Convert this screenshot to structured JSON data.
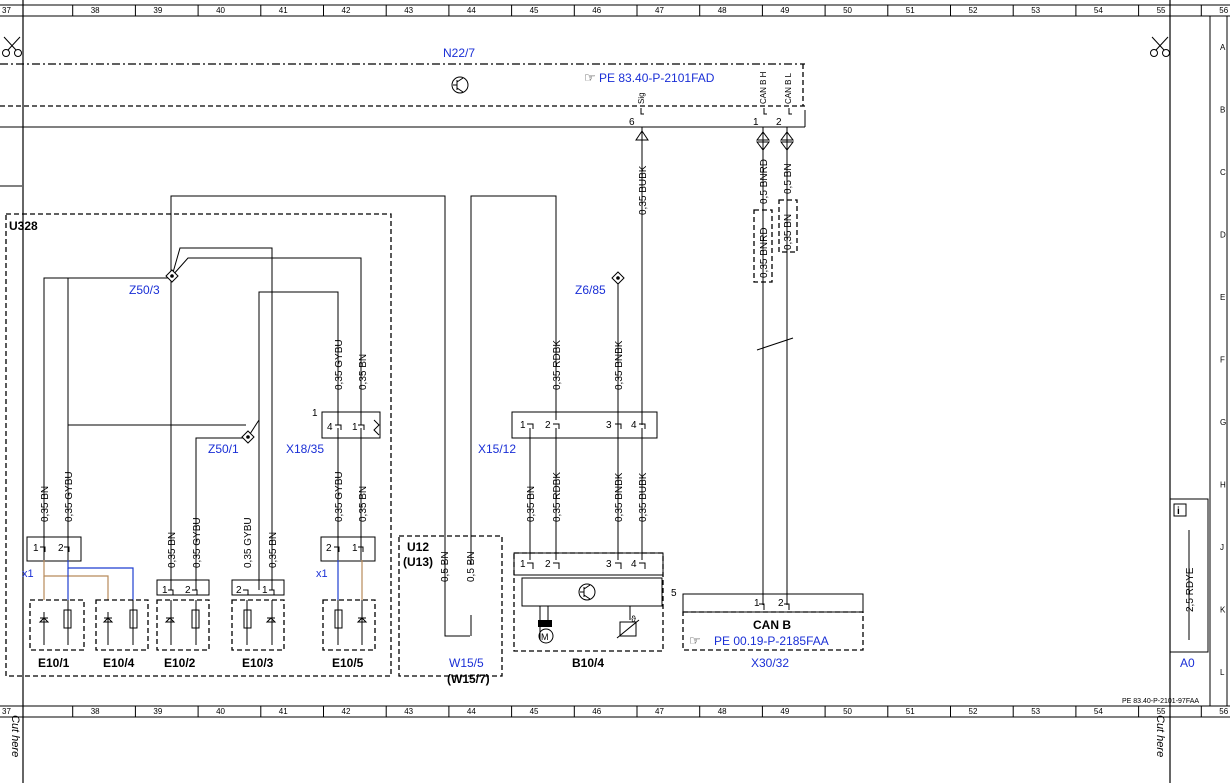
{
  "grid": {
    "top_numbers": [
      "37",
      "38",
      "39",
      "40",
      "41",
      "42",
      "43",
      "44",
      "45",
      "46",
      "47",
      "48",
      "49",
      "50",
      "51",
      "52",
      "53",
      "54",
      "55",
      "56"
    ],
    "bottom_numbers": [
      "37",
      "38",
      "39",
      "40",
      "41",
      "42",
      "43",
      "44",
      "45",
      "46",
      "47",
      "48",
      "49",
      "50",
      "51",
      "52",
      "53",
      "54",
      "55",
      "56"
    ],
    "row_letters": [
      "A",
      "B",
      "C",
      "D",
      "E",
      "F",
      "G",
      "H",
      "J",
      "K",
      "L"
    ],
    "cut_here": "Cut here"
  },
  "components": {
    "n22_7": "N22/7",
    "n22_7_ref": "PE 83.40-P-2101FAD",
    "pin_sig": "Sig",
    "pin_canbh": "CAN B H",
    "pin_canbl": "CAN B L",
    "pin6": "6",
    "pin1": "1",
    "pin2": "2",
    "u328": "U328",
    "z50_3": "Z50/3",
    "z50_1": "Z50/1",
    "z6_85": "Z6/85",
    "x18_35": "X18/35",
    "x15_12": "X15/12",
    "u12": "U12",
    "u13": "(U13)",
    "w15_5": "W15/5",
    "w15_7": "(W15/7)",
    "b10_4": "B10/4",
    "e10_1": "E10/1",
    "e10_4": "E10/4",
    "e10_2": "E10/2",
    "e10_3": "E10/3",
    "e10_5": "E10/5",
    "x1a": "x1",
    "x1b": "x1",
    "can_b": "CAN B",
    "x30_32_ref": "PE 00.19-P-2185FAA",
    "x30_32": "X30/32",
    "x30_pin5": "5",
    "x18_pin1": "1",
    "a0": "A0",
    "legend_wire": "2,5 RDYE",
    "footer_ref": "PE 83.40-P-2101-97FAA",
    "temp_symbol": "ϑ",
    "motor_symbol": "M"
  },
  "wires": {
    "bubk": "0,35 BUBK",
    "bnrd_top": "0,5 BNRD",
    "bn_top": "0,5 BN",
    "bnrd_mid": "0,35 BNRD",
    "bn_mid": "0,35 BN",
    "gybu_x18": "0,35 GYBU",
    "bn_x18": "0,35 BN",
    "rdbk_x15": "0,35 RDBK",
    "bnbk_x15": "0,35 BNBK",
    "e101_bn": "0,35 BN",
    "e101_gybu": "0,35 GYBU",
    "e102_bn": "0,35 BN",
    "e102_gybu": "0,35 GYBU",
    "e103_gybu": "0,35 GYBU",
    "e103_bn": "0,35 BN",
    "e105_gybu": "0,35 GYBU",
    "e105_bn": "0,35 BN",
    "b104_bn": "0,35 BN",
    "b104_rdbk": "0,35 RDBK",
    "b104_bnbk": "0,35 BNBK",
    "b104_bubk": "0,35 BUBK",
    "u12_bn1": "0,5 BN",
    "u12_bn2": "0,5 BN"
  },
  "pins": {
    "x18": [
      "4",
      "1"
    ],
    "x15": [
      "1",
      "2",
      "3",
      "4"
    ],
    "b104": [
      "1",
      "2",
      "3",
      "4"
    ],
    "e101": [
      "1",
      "2"
    ],
    "e102": [
      "1",
      "2"
    ],
    "e103": [
      "2",
      "1"
    ],
    "e105": [
      "2",
      "1"
    ],
    "x30": [
      "1",
      "2"
    ]
  },
  "colors": {
    "label_blue": "#1a2fd6",
    "wire_blue": "#1f3fd0",
    "wire_tan": "#b88a5a"
  }
}
